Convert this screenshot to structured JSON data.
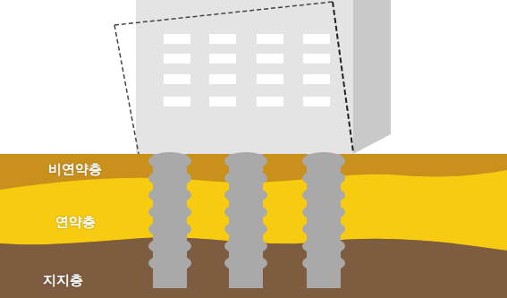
{
  "diagram": {
    "nodes": [
      {
        "text": [
          "비연약층"
        ]
      },
      {
        "text": [
          "연약층"
        ]
      },
      {
        "text": [
          "지지층"
        ]
      }
    ]
  }
}
